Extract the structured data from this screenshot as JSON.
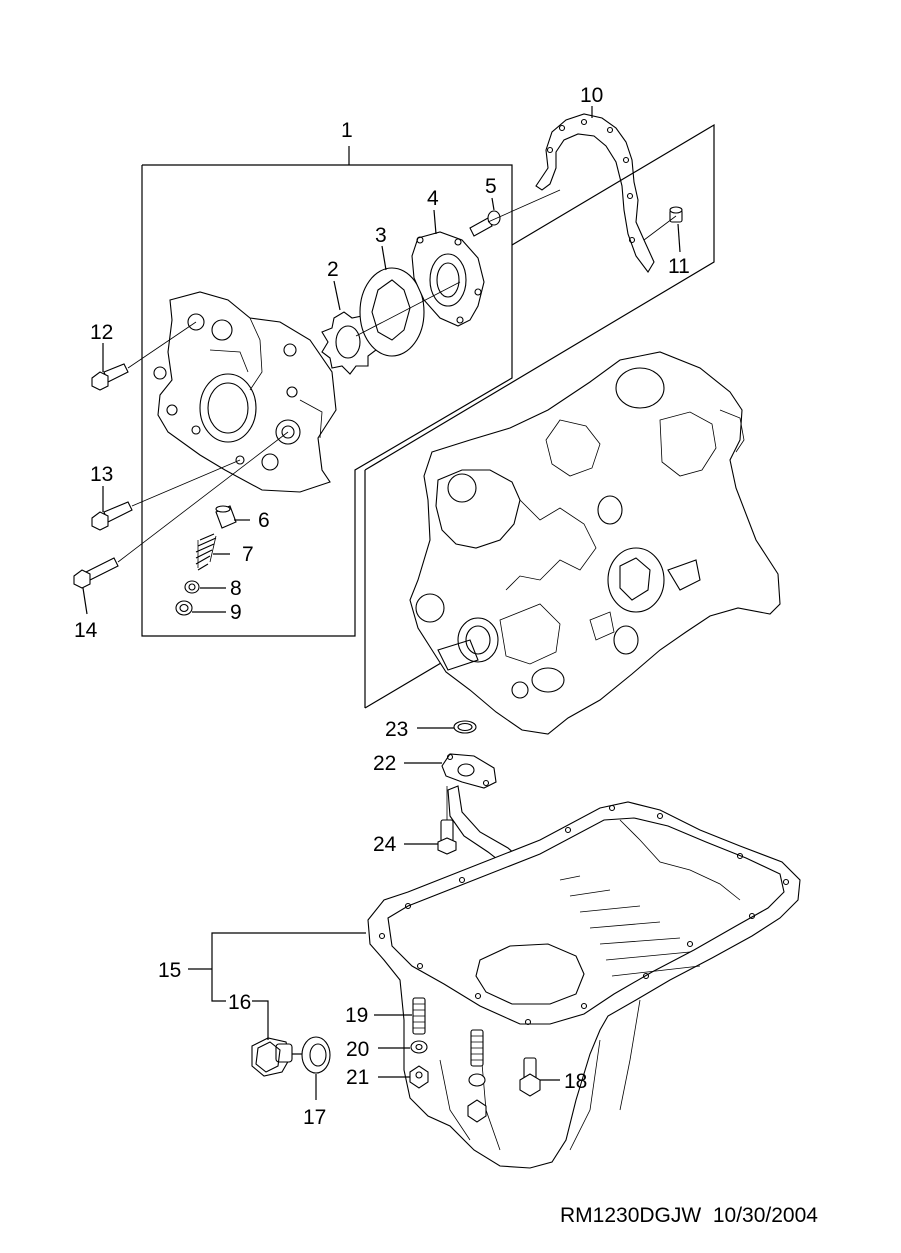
{
  "diagram": {
    "callouts": [
      {
        "id": "c1",
        "text": "1"
      },
      {
        "id": "c2",
        "text": "2"
      },
      {
        "id": "c3",
        "text": "3"
      },
      {
        "id": "c4",
        "text": "4"
      },
      {
        "id": "c5",
        "text": "5"
      },
      {
        "id": "c6",
        "text": "6"
      },
      {
        "id": "c7",
        "text": "7"
      },
      {
        "id": "c8",
        "text": "8"
      },
      {
        "id": "c9",
        "text": "9"
      },
      {
        "id": "c10",
        "text": "10"
      },
      {
        "id": "c11",
        "text": "11"
      },
      {
        "id": "c12",
        "text": "12"
      },
      {
        "id": "c13",
        "text": "13"
      },
      {
        "id": "c14",
        "text": "14"
      },
      {
        "id": "c15",
        "text": "15"
      },
      {
        "id": "c16",
        "text": "16"
      },
      {
        "id": "c17",
        "text": "17"
      },
      {
        "id": "c18",
        "text": "18"
      },
      {
        "id": "c19",
        "text": "19"
      },
      {
        "id": "c20",
        "text": "20"
      },
      {
        "id": "c21",
        "text": "21"
      },
      {
        "id": "c22",
        "text": "22"
      },
      {
        "id": "c23",
        "text": "23"
      },
      {
        "id": "c24",
        "text": "24"
      }
    ]
  },
  "footer": {
    "text": "RM1230DGJW  10/30/2004"
  }
}
